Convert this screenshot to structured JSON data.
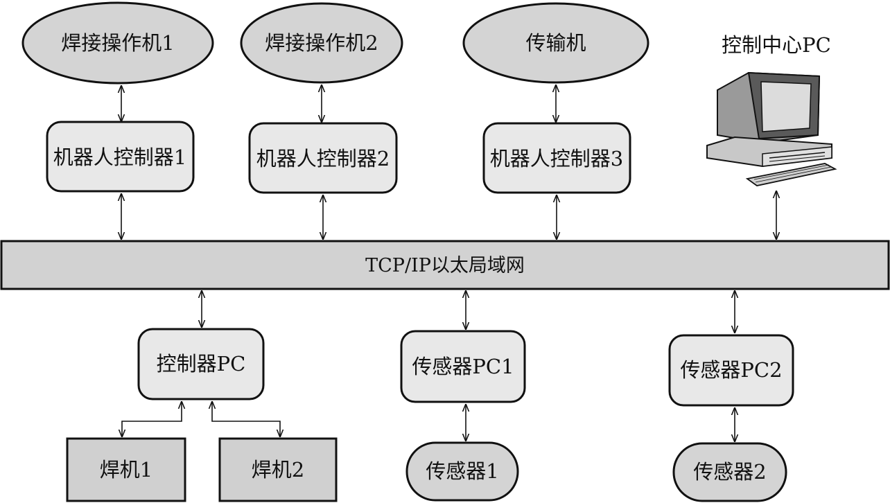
{
  "operators": [
    {
      "label": "焊接操作机1"
    },
    {
      "label": "焊接操作机2"
    },
    {
      "label": "传输机"
    }
  ],
  "controllers": [
    {
      "label": "机器人控制器1"
    },
    {
      "label": "机器人控制器2"
    },
    {
      "label": "机器人控制器3"
    }
  ],
  "control_center": {
    "label": "控制中心PC",
    "icon": "desktop-computer-icon"
  },
  "network": {
    "label": "TCP/IP以太局域网"
  },
  "lower_pcs": [
    {
      "label": "控制器PC"
    },
    {
      "label": "传感器PC1"
    },
    {
      "label": "传感器PC2"
    }
  ],
  "welders": [
    {
      "label": "焊机1"
    },
    {
      "label": "焊机2"
    }
  ],
  "sensors": [
    {
      "label": "传感器1"
    },
    {
      "label": "传感器2"
    }
  ]
}
